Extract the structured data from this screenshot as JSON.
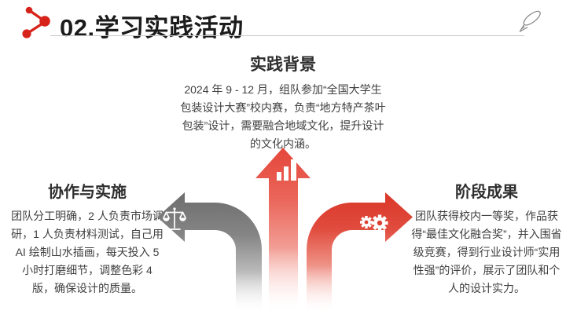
{
  "slide": {
    "header": {
      "title": "02.学习实践活动",
      "share_icon": "share-network-icon",
      "pen_icon": "pen-icon"
    },
    "sections": {
      "background": {
        "title": "实践背景",
        "body": "2024 年 9 - 12 月，组队参加“全国大学生包装设计大赛”校内赛，负责“地方特产茶叶包装”设计，需要融合地域文化，提升设计的文化内涵。"
      },
      "collaboration": {
        "title": "协作与实施",
        "body": "团队分工明确，2 人负责市场调研，1 人负责材料测试，自己用 AI 绘制山水插画，每天投入 5 小时打磨细节，调整色彩 4 版，确保设计的质量。"
      },
      "results": {
        "title": "阶段成果",
        "body": "团队获得校内一等奖，作品获得“最佳文化融合奖”，并入围省级竞赛，得到行业设计师“实用性强”的评价，展示了团队和个人的设计实力。"
      }
    },
    "diagram": {
      "arrows": [
        {
          "id": "collaboration-arrow",
          "direction": "left",
          "icon": "scales-icon",
          "color": "#6d6d6d"
        },
        {
          "id": "background-arrow",
          "direction": "up",
          "icon": "bar-chart-icon",
          "color": "#e5473b"
        },
        {
          "id": "results-arrow",
          "direction": "right",
          "icon": "gears-icon",
          "color": "#da3627"
        }
      ]
    },
    "colors": {
      "icon_red": "#d7241b",
      "arrow_red_up": "#e5473b",
      "arrow_red_right": "#da3627",
      "arrow_gray": "#6d6d6d",
      "title_text": "#1b1b1b",
      "body_text": "#404040",
      "underline": "#c7c7c7",
      "pen_stroke": "#8a8a8a",
      "background": "#ffffff"
    }
  }
}
